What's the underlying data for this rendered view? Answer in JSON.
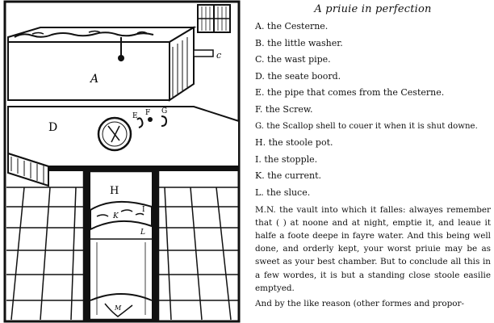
{
  "title": "A priuie in perfection",
  "figure_letters": {
    "A": "A",
    "C": "c",
    "D": "D",
    "E": "E",
    "F": "F",
    "G": "G",
    "H": "H",
    "I": "I",
    "K": "K",
    "L": "L",
    "M": "M"
  },
  "legend": [
    "A. the Cesterne.",
    "B. the little washer.",
    "C. the wast pipe.",
    "D. the seate boord.",
    "E. the pipe that comes from the Cesterne.",
    "F. the Screw.",
    "G. the Scallop shell to couer it when it is shut downe.",
    "H. the stoole pot.",
    "I. the stopple.",
    "K. the current.",
    "L. the sluce."
  ],
  "paragraph": "M.N. the vault into which it falles: alwayes remember that ( ) at noone and at night, emptie it, and leaue it halfe a foote deepe in fayre water. And this being well done, and orderly kept, your worst priuie may be as sweet as your best chamber. But to conclude all this in a few wordes, it is but a standing close stoole easilie emptyed.",
  "paragraph2": "And by the like reason (other formes and propor-"
}
